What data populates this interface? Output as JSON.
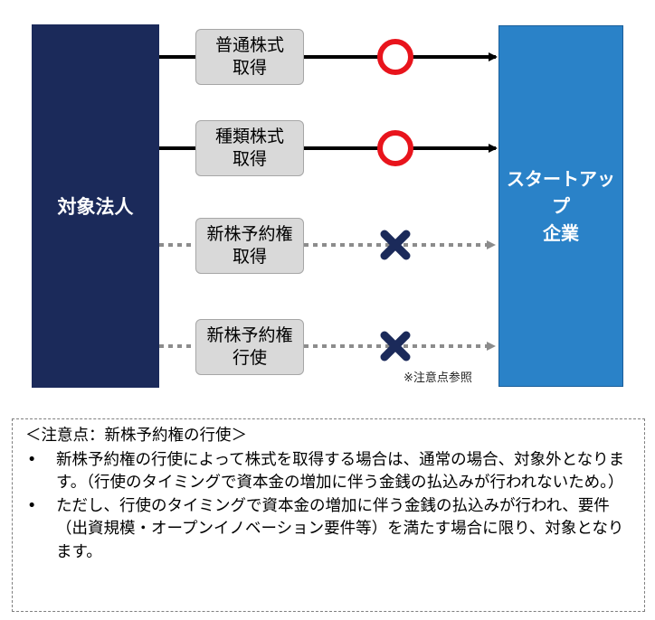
{
  "left_entity": "対象法人",
  "right_entity": "スタートアップ\n企業",
  "flows": [
    {
      "label": "普通株式\n取得",
      "mark": "circle",
      "line": "solid"
    },
    {
      "label": "種類株式\n取得",
      "mark": "circle",
      "line": "solid"
    },
    {
      "label": "新株予約権\n取得",
      "mark": "cross",
      "line": "dotted"
    },
    {
      "label": "新株予約権\n行使",
      "mark": "cross",
      "line": "dotted"
    }
  ],
  "footnote_ref": "※注意点参照",
  "note": {
    "title": "＜注意点：新株予約権の行使＞",
    "bullets": [
      "新株予約権の行使によって株式を取得する場合は、通常の場合、対象外となります。（行使のタイミングで資本金の増加に伴う金銭の払込みが行われないため。）",
      "ただし、行使のタイミングで資本金の増加に伴う金銭の払込みが行われ、要件（出資規模・オープンイノベーション要件等）を満たす場合に限り、対象となります。"
    ]
  },
  "colors": {
    "left_box": "#1b2a5a",
    "right_box": "#2a82c8",
    "circle_mark": "#e8141c",
    "cross_mark": "#1b2a5a",
    "solid_arrow": "#000000",
    "dotted_arrow": "#8c8c8c"
  }
}
